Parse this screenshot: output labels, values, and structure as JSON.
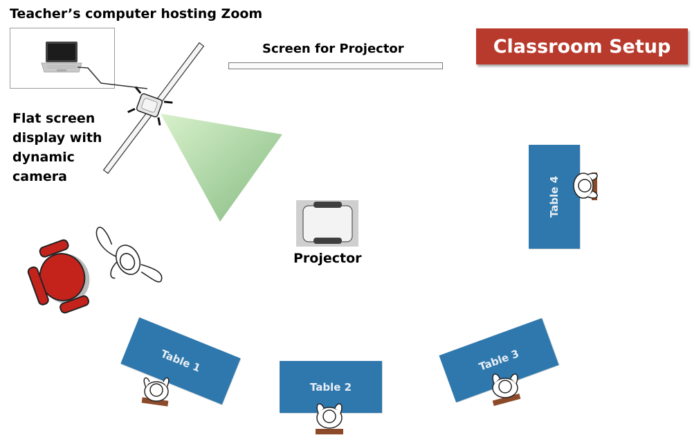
{
  "title": "Classroom Setup",
  "labels": {
    "teacher_computer": "Teacher’s computer hosting Zoom",
    "projector_screen": "Screen for Projector",
    "flat_screen": [
      "Flat screen",
      "display with",
      "dynamic",
      "camera"
    ],
    "projector": "Projector"
  },
  "tables": [
    {
      "label": "Table 1"
    },
    {
      "label": "Table 2"
    },
    {
      "label": "Table 3"
    },
    {
      "label": "Table 4"
    }
  ],
  "colors": {
    "banner": "#b83a2c",
    "table": "#2f78ad",
    "chair": "#c4231c",
    "camera_cone": "#8fce8a",
    "stool": "#8c4a2a"
  }
}
